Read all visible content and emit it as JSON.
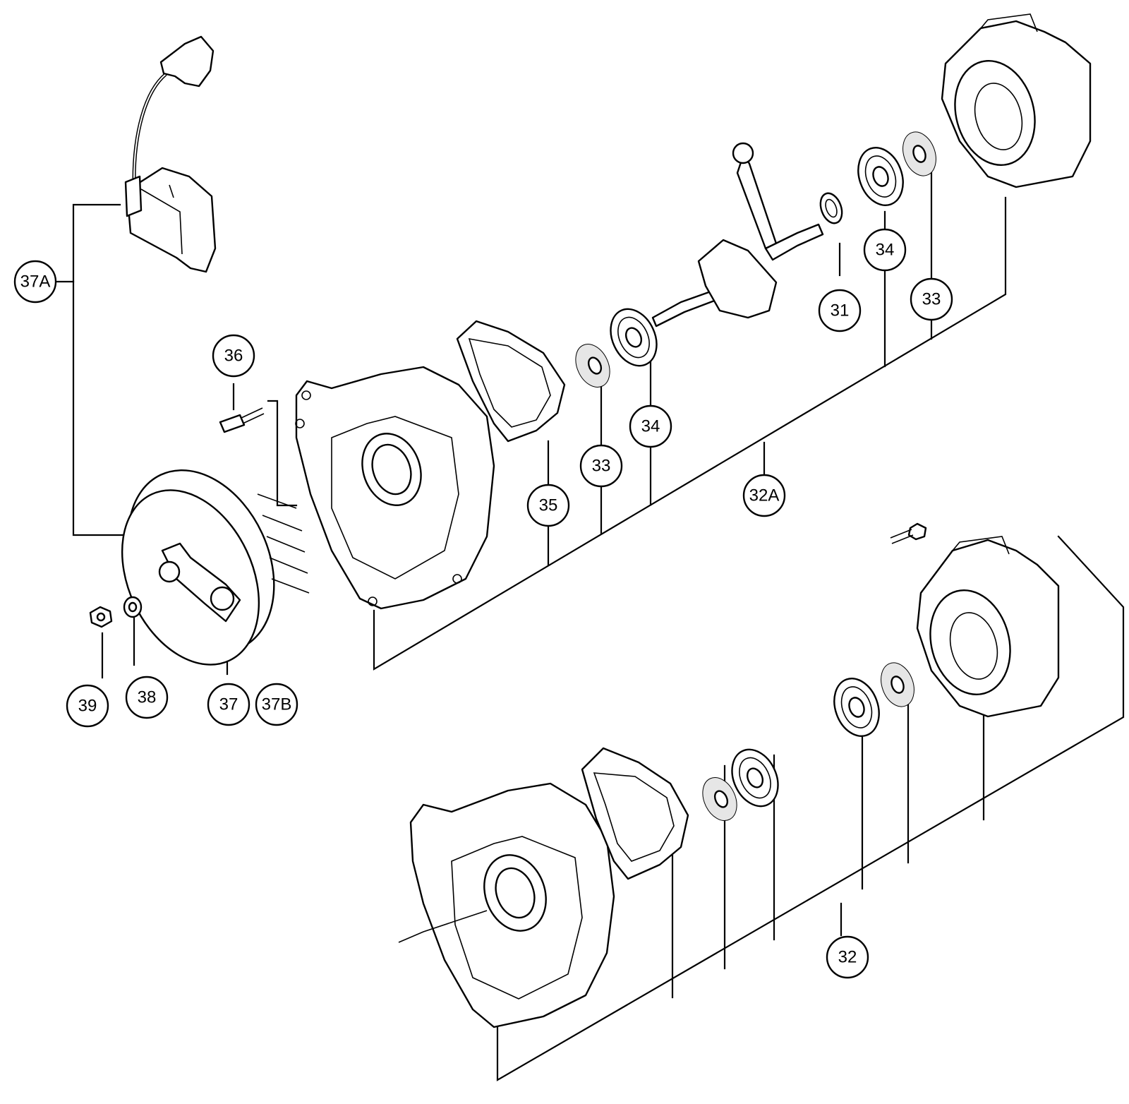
{
  "diagram": {
    "callouts": [
      {
        "id": "c37A",
        "label": "37A"
      },
      {
        "id": "c36",
        "label": "36"
      },
      {
        "id": "c35",
        "label": "35"
      },
      {
        "id": "c33a",
        "label": "33"
      },
      {
        "id": "c34a",
        "label": "34"
      },
      {
        "id": "c32A",
        "label": "32A"
      },
      {
        "id": "c31",
        "label": "31"
      },
      {
        "id": "c34b",
        "label": "34"
      },
      {
        "id": "c33b",
        "label": "33"
      },
      {
        "id": "c39",
        "label": "39"
      },
      {
        "id": "c38",
        "label": "38"
      },
      {
        "id": "c37",
        "label": "37"
      },
      {
        "id": "c37B",
        "label": "37B"
      },
      {
        "id": "c32",
        "label": "32"
      }
    ]
  },
  "colors": {
    "line": "#000000",
    "background": "#ffffff",
    "bearing_fill": "#e6e6e6"
  }
}
